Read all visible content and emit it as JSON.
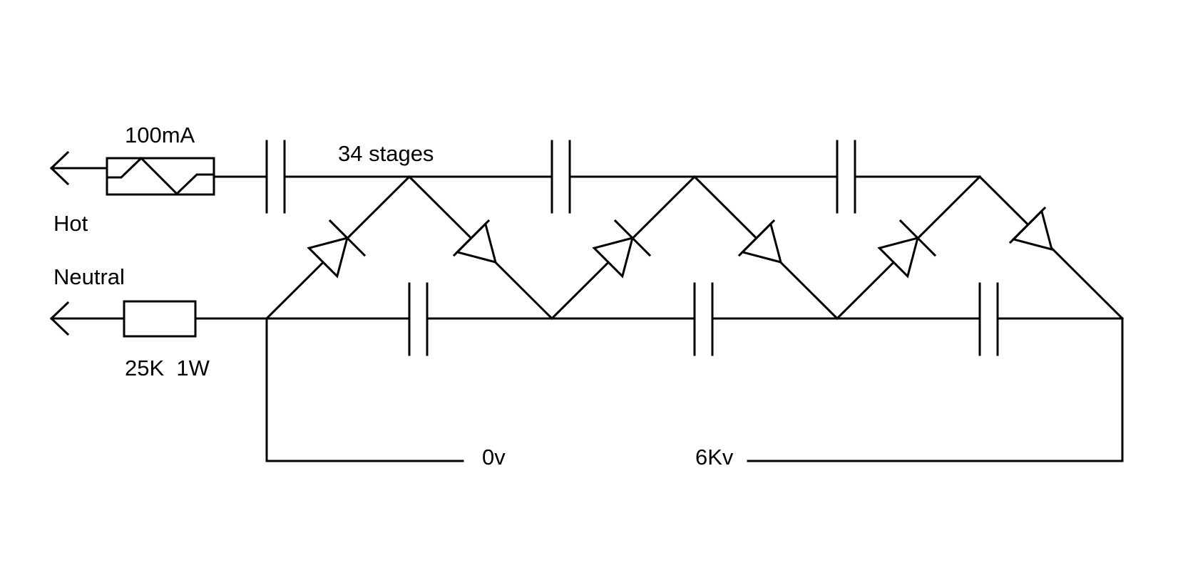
{
  "diagram": {
    "type": "circuit-schematic",
    "labels": {
      "fuse_rating": "100mA",
      "stages": "34 stages",
      "hot": "Hot",
      "neutral": "Neutral",
      "resistor_rating": "25K  1W",
      "output_low": "0v",
      "output_high": "6Kv"
    },
    "components": {
      "capacitor_count": 6,
      "diode_count": 6,
      "fuse_count": 1,
      "resistor_count": 1
    }
  }
}
